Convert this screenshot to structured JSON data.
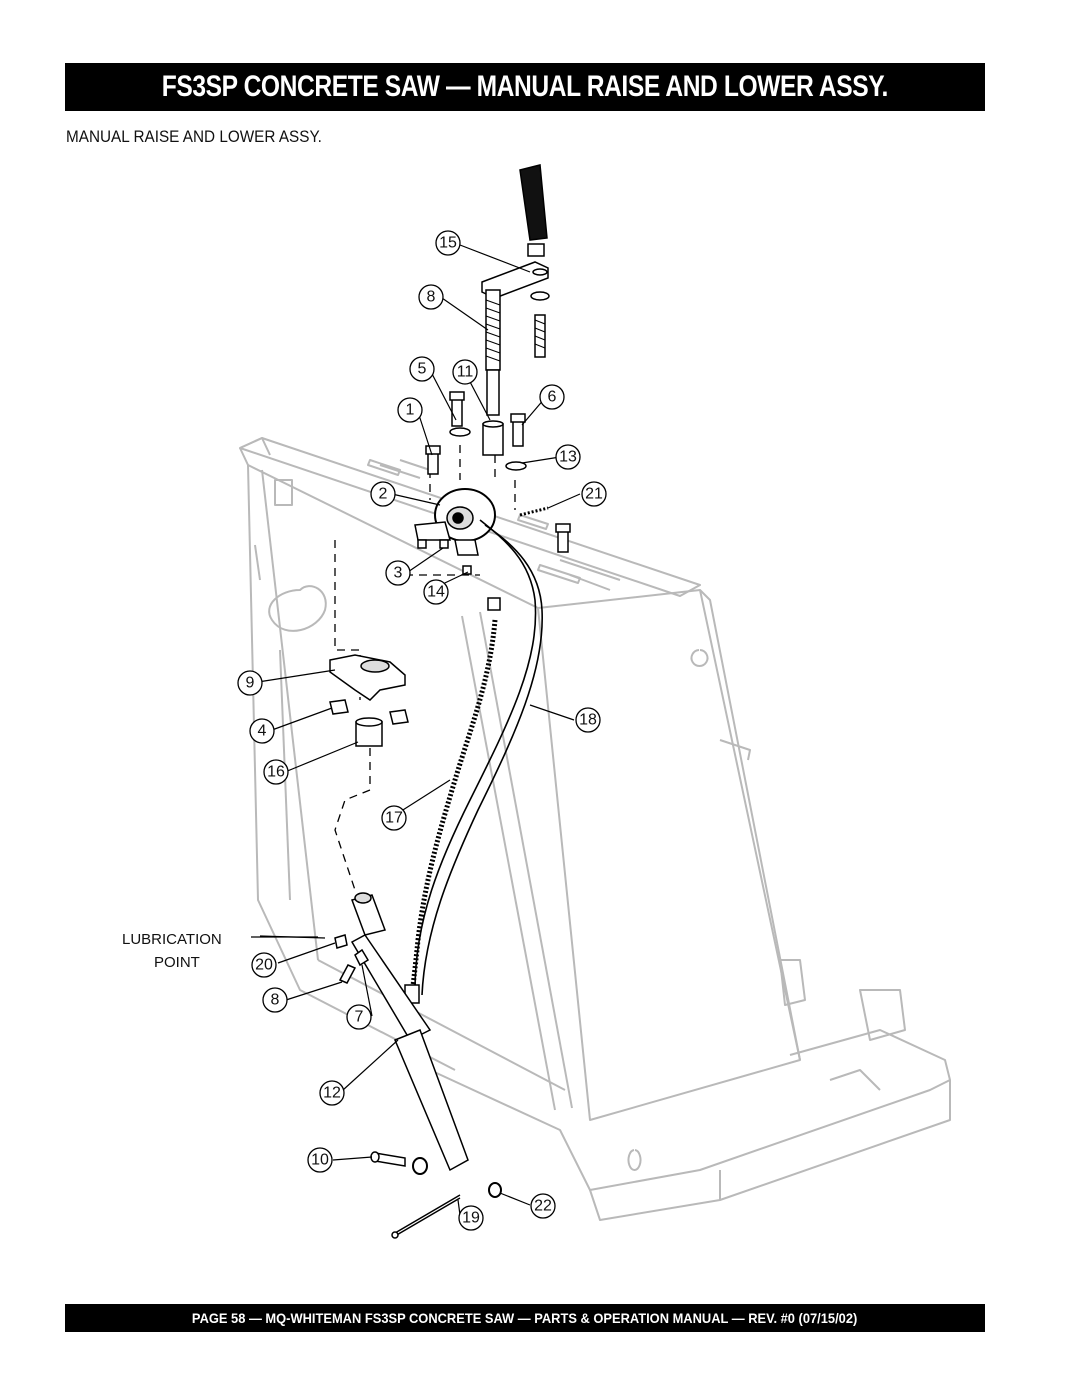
{
  "header": {
    "title": "FS3SP CONCRETE SAW — MANUAL RAISE AND LOWER ASSY."
  },
  "subtitle": "MANUAL RAISE AND LOWER ASSY.",
  "diagram": {
    "callouts": [
      "15",
      "8",
      "5",
      "11",
      "1",
      "6",
      "13",
      "2",
      "21",
      "3",
      "14",
      "9",
      "4",
      "18",
      "16",
      "17",
      "20",
      "8",
      "7",
      "12",
      "10",
      "22",
      "19"
    ],
    "lubrication_label_line1": "LUBRICATION",
    "lubrication_label_line2": "POINT"
  },
  "footer": {
    "text": "PAGE 58 — MQ-WHITEMAN FS3SP CONCRETE SAW — PARTS & OPERATION MANUAL — REV. #0 (07/15/02)"
  }
}
